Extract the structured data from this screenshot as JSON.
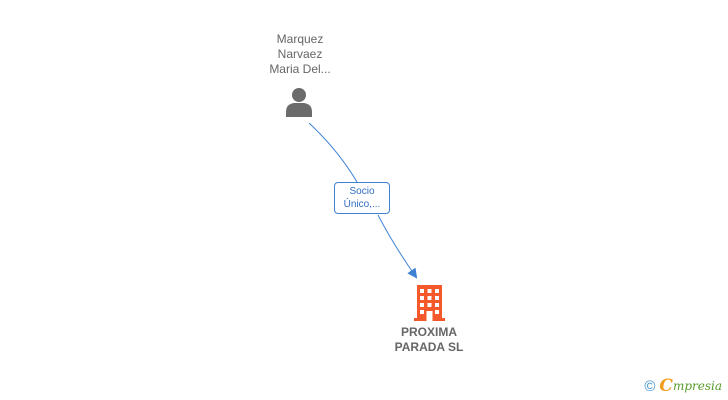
{
  "person": {
    "name_lines": [
      "Marquez",
      "Narvaez",
      "Maria Del..."
    ],
    "icon": "person-icon"
  },
  "relation": {
    "label_lines": [
      "Socio",
      "Único,..."
    ]
  },
  "company": {
    "name_lines": [
      "PROXIMA",
      "PARADA SL"
    ],
    "icon": "building-icon"
  },
  "footer": {
    "copyright": "©",
    "brand_initial": "C",
    "brand_rest": "mpresia"
  },
  "colors": {
    "person_icon": "#6b6b6b",
    "edge": "#3f82d4",
    "company_icon": "#f4592b",
    "text": "#666666",
    "copyright": "#3a8fd0",
    "brand_initial": "#f29c1f",
    "brand_rest": "#5a9b2a"
  }
}
